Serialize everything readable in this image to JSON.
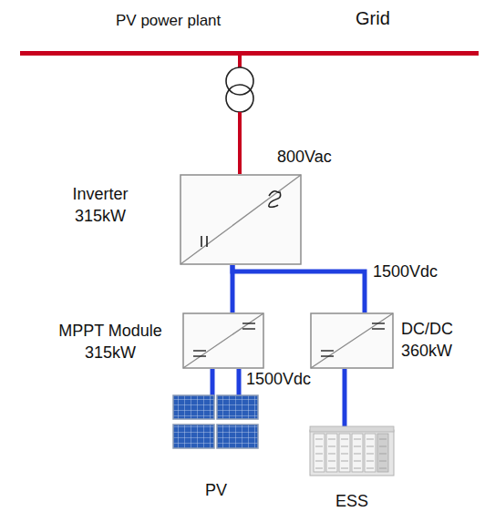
{
  "diagram": {
    "title": "PV power plant",
    "nodes": [
      {
        "text": [
          "Inverter 315kW"
        ]
      },
      {
        "text": [
          "MPPT Module 315kW"
        ]
      },
      {
        "text": [
          "DC/DC 360kW"
        ]
      },
      {
        "text": [
          "PV"
        ]
      },
      {
        "text": [
          "ESS"
        ]
      }
    ],
    "edges": [
      {
        "from": 0,
        "to": 1,
        "arrow": "none"
      },
      {
        "from": 0,
        "to": 2,
        "arrow": "none"
      },
      {
        "from": 1,
        "to": 3,
        "arrow": "none"
      },
      {
        "from": 2,
        "to": 4,
        "arrow": "none"
      }
    ],
    "labels": [
      "Grid",
      "800Vac",
      "1500Vdc",
      "1500Vdc"
    ]
  }
}
